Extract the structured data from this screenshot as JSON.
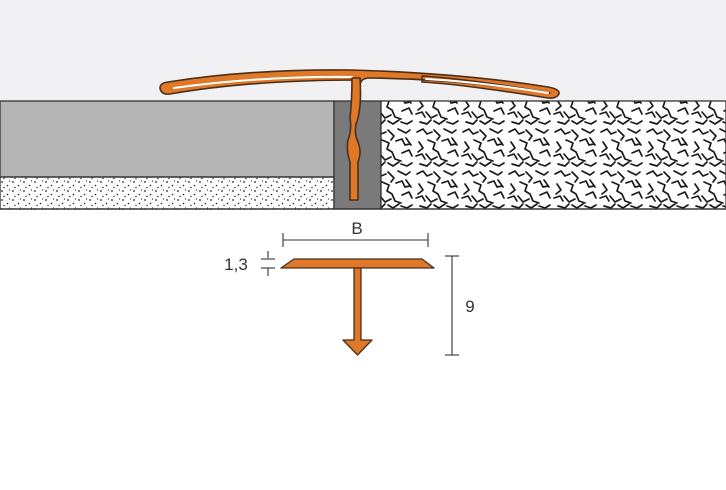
{
  "dimensions": {
    "width_label": "B",
    "thickness_label": "1,3",
    "height_label": "9"
  },
  "colors": {
    "profile_orange": "#e0782a",
    "profile_outline": "#4a2f1a",
    "background_top": "#f1f1f3",
    "tile_grey": "#b4b4b4",
    "joint_grey": "#7a7a7a",
    "line": "#333333"
  }
}
